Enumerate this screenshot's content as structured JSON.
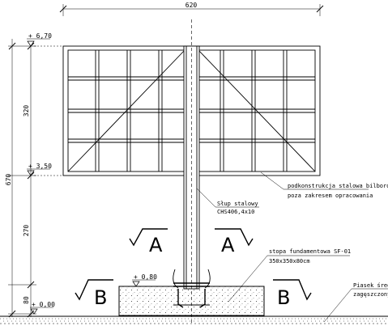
{
  "dimensions": {
    "overall_width": "620",
    "total_height": "670",
    "board_height": "320",
    "post_height": "270",
    "foundation_height": "80"
  },
  "levels": {
    "top": "+ 6,70",
    "board_bottom": "+ 3,50",
    "foundation_top": "+ 0,80",
    "ground": "+ 0,00"
  },
  "annotations": {
    "billboard_line1": "podkonstrukcja stalowa bilbordu",
    "billboard_line2": "poza zakresem opracowania",
    "post_line1": "Słup stalowy",
    "post_line2": "CHS406,4x10",
    "foundation_line1": "stopa fundamentowa SF-01",
    "foundation_line2": "350x350x80cm",
    "soil_line1": "Piasek średni",
    "soil_line2": "zagęszczony"
  },
  "sections": {
    "a_left": "A",
    "a_right": "A",
    "b_left": "B",
    "b_right": "B"
  }
}
